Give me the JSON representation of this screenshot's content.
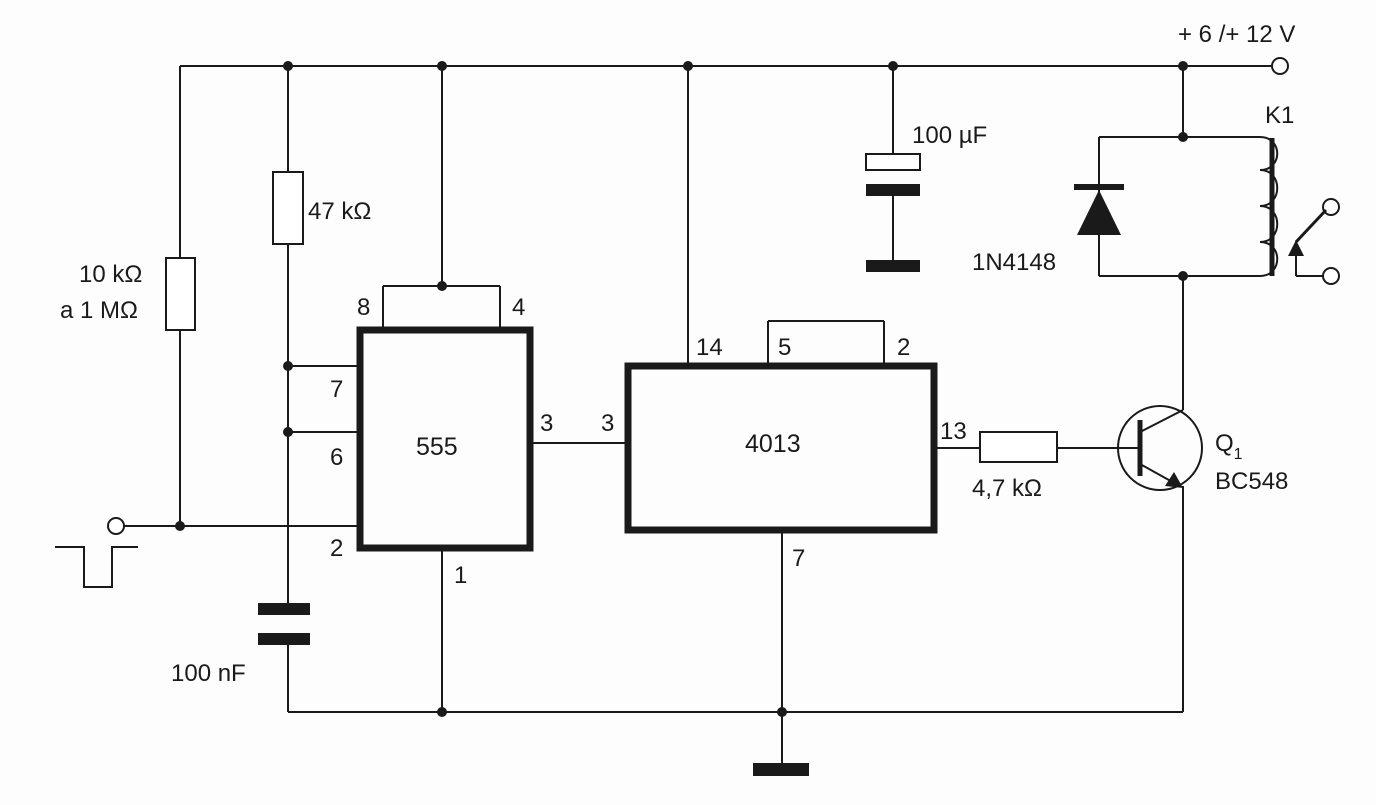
{
  "supply": {
    "label": "+ 6 /+ 12 V"
  },
  "relay": {
    "label": "K1"
  },
  "diode": {
    "label": "1N4148"
  },
  "electrolytic_cap": {
    "label": "100 µF"
  },
  "timing_resistor": {
    "label": "47 kΩ"
  },
  "pot_resistor": {
    "label_line1": "10 kΩ",
    "label_line2": "a 1 MΩ"
  },
  "timing_cap": {
    "label": "100 nF"
  },
  "base_resistor": {
    "label": "4,7 kΩ"
  },
  "transistor": {
    "label_main": "Q",
    "label_sub": "1",
    "part": "BC548"
  },
  "ic555": {
    "name": "555",
    "pins": {
      "p8": "8",
      "p4": "4",
      "p7": "7",
      "p6": "6",
      "p2": "2",
      "p1": "1",
      "p3": "3"
    }
  },
  "ic4013": {
    "name": "4013",
    "pins": {
      "p14": "14",
      "p5": "5",
      "p2": "2",
      "p3": "3",
      "p13": "13",
      "p7": "7"
    }
  }
}
